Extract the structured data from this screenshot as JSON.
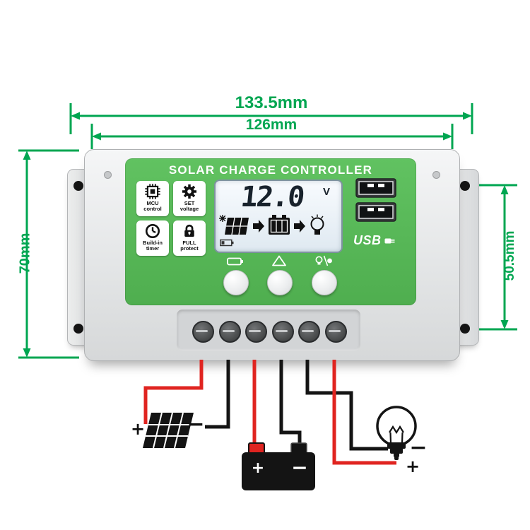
{
  "device": {
    "title": "SOLAR CHARGE CONTROLLER",
    "features": [
      {
        "label": "MCU\ncontrol"
      },
      {
        "label": "SET\nvoltage"
      },
      {
        "label": "Build-in\ntimer"
      },
      {
        "label": "FULL\nprotect"
      }
    ],
    "display": {
      "voltage": "12.0",
      "unit": "V"
    },
    "usb_label": "USB"
  },
  "dimensions": {
    "outer_width": "133.5mm",
    "inner_width": "126mm",
    "height": "70mm",
    "mount_height": "50.5mm"
  },
  "wiring": {
    "pv_plus": "+",
    "pv_minus": "−",
    "bat_plus": "+",
    "bat_minus": "−",
    "load_minus": "−",
    "load_plus": "+"
  },
  "colors": {
    "dimension_green": "#00A651",
    "panel_green": "#4FAE4F",
    "wire_red": "#E02420",
    "wire_black": "#141414"
  }
}
